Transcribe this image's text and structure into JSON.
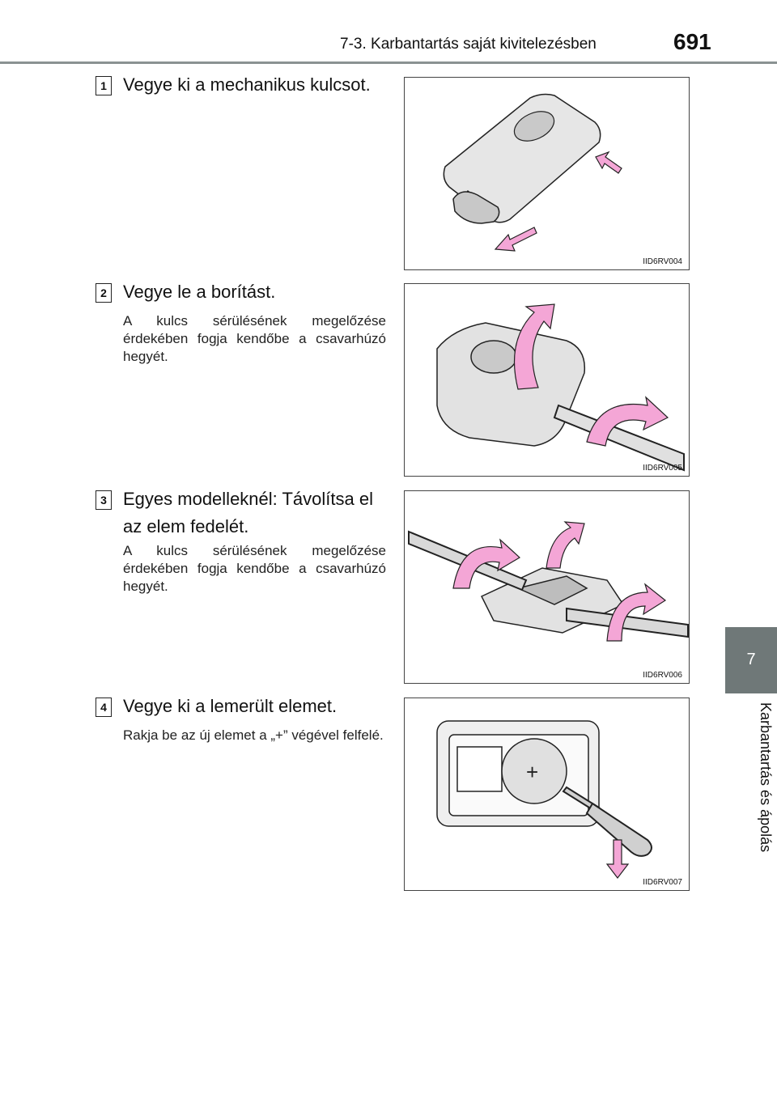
{
  "header": {
    "section_title": "7-3. Karbantartás saját kivitelezésben",
    "page_number": "691"
  },
  "side_tab": {
    "chapter_number": "7",
    "chapter_title": "Karbantartás és ápolás"
  },
  "steps": [
    {
      "number": "1",
      "title": "Vegye ki a mechanikus kulcsot.",
      "note": "",
      "figure_code": "IID6RV004"
    },
    {
      "number": "2",
      "title": "Vegye le a borítást.",
      "note": "A kulcs sérülésének megelőzése érdekében fogja kendőbe a csavarhúzó hegyét.",
      "figure_code": "IID6RV005"
    },
    {
      "number": "3",
      "title": "Egyes modelleknél: Távolítsa el az elem fedelét.",
      "note": "A kulcs sérülésének megelőzése érdekében fogja kendőbe a csavarhúzó hegyét.",
      "figure_code": "IID6RV006"
    },
    {
      "number": "4",
      "title": "Vegye ki a lemerült elemet.",
      "note": "Rakja be az új elemet a „+” végével felfelé.",
      "figure_code": "IID6RV007"
    }
  ],
  "colors": {
    "accent_gray": "#6f7878",
    "arrow_pink": "#f4a6d6"
  }
}
